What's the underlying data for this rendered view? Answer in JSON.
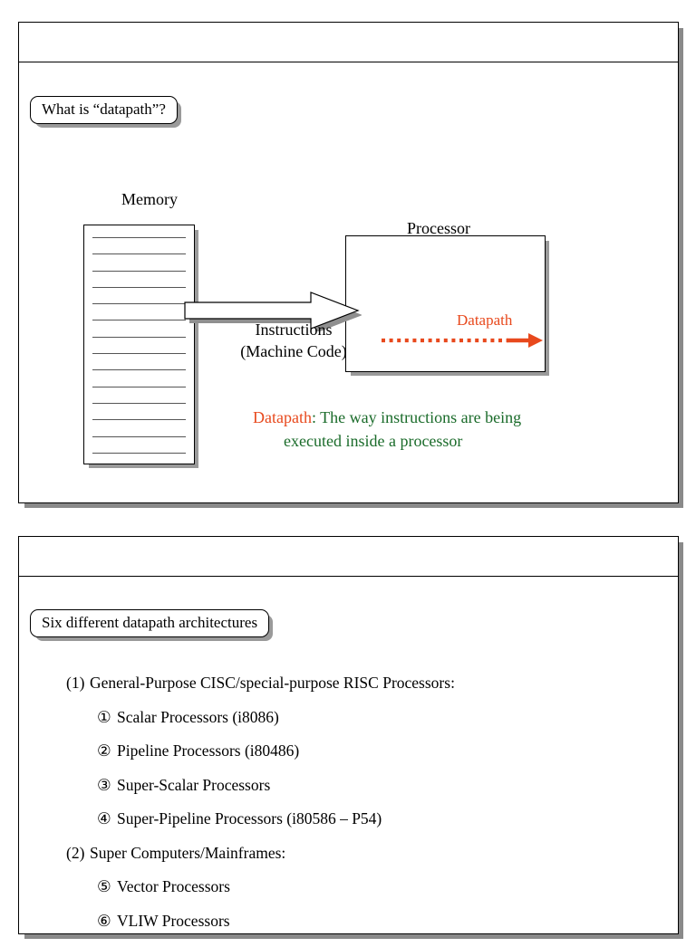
{
  "slides": [
    {
      "title": "What is “datapath”?",
      "diagram": {
        "memory_label": "Memory",
        "processor_label": "Processor",
        "memory_line_count": 14,
        "instructions_label_line1": "Instructions",
        "instructions_label_line2": "(Machine Code)",
        "datapath_arrow_label": "Datapath",
        "caption_term": "Datapath",
        "caption_separator": ":",
        "caption_line1": "The way instructions are being",
        "caption_line2": "executed inside a processor",
        "colors": {
          "datapath_red": "#e8491d",
          "caption_green": "#1a6b2a",
          "shadow_gray": "#9a9a9a",
          "memory_line_gray": "#555555"
        }
      }
    },
    {
      "title": "Six different datapath architectures",
      "outline": [
        {
          "level": 1,
          "marker": "(1)",
          "text": "General-Purpose CISC/special-purpose RISC Processors:"
        },
        {
          "level": 2,
          "marker": "①",
          "text": "Scalar Processors (i8086)"
        },
        {
          "level": 2,
          "marker": "②",
          "text": "Pipeline Processors (i80486)"
        },
        {
          "level": 2,
          "marker": "③",
          "text": "Super-Scalar Processors"
        },
        {
          "level": 2,
          "marker": "④",
          "text": "Super-Pipeline Processors (i80586 – P54)"
        },
        {
          "level": 1,
          "marker": "(2)",
          "text": "Super Computers/Mainframes:"
        },
        {
          "level": 2,
          "marker": "⑤",
          "text": "Vector Processors"
        },
        {
          "level": 2,
          "marker": "⑥",
          "text": "VLIW Processors"
        }
      ]
    }
  ]
}
